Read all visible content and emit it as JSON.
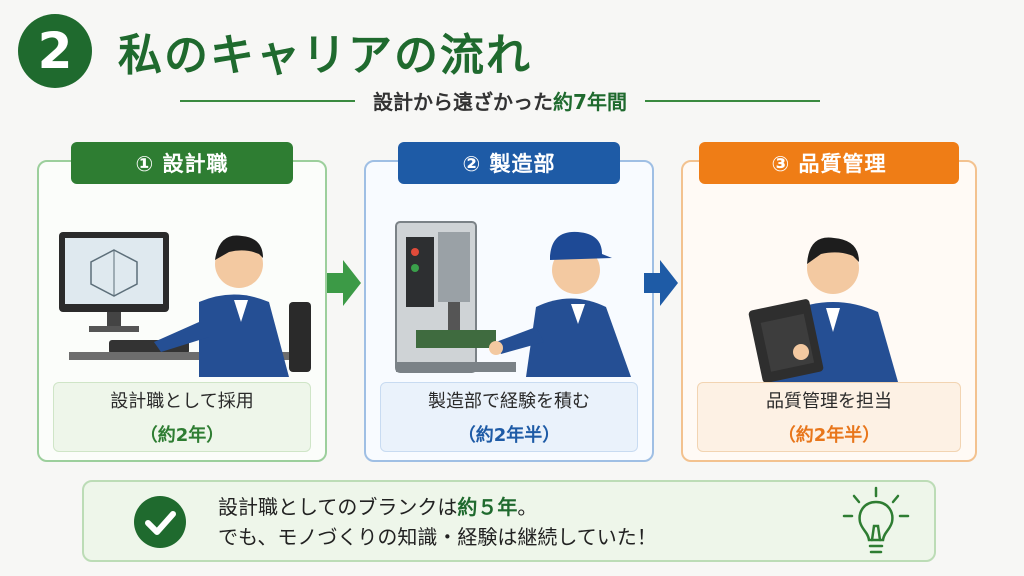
{
  "header": {
    "number": "2",
    "title": "私のキャリアの流れ",
    "subtitle_prefix": "設計から遠ざかった",
    "subtitle_highlight": "約7年間"
  },
  "steps": [
    {
      "label": "① 設計職",
      "description": "設計職として採用",
      "period": "（約2年）",
      "color": "#2e7d32"
    },
    {
      "label": "② 製造部",
      "description": "製造部で経験を積む",
      "period": "（約2年半）",
      "color": "#1e5ba6"
    },
    {
      "label": "③ 品質管理",
      "description": "品質管理を担当",
      "period": "（約2年半）",
      "color": "#ef7d16"
    }
  ],
  "summary": {
    "line1_prefix": "設計職としてのブランクは",
    "line1_highlight": "約５年",
    "line1_suffix": "。",
    "line2": "でも、モノづくりの知識・経験は継続していた！"
  },
  "icons": [
    "check-icon",
    "lightbulb-icon",
    "arrow-right-icon"
  ],
  "colors": {
    "primary_green": "#1f6a2e",
    "blue": "#1e5ba6",
    "orange": "#ef7d16"
  }
}
